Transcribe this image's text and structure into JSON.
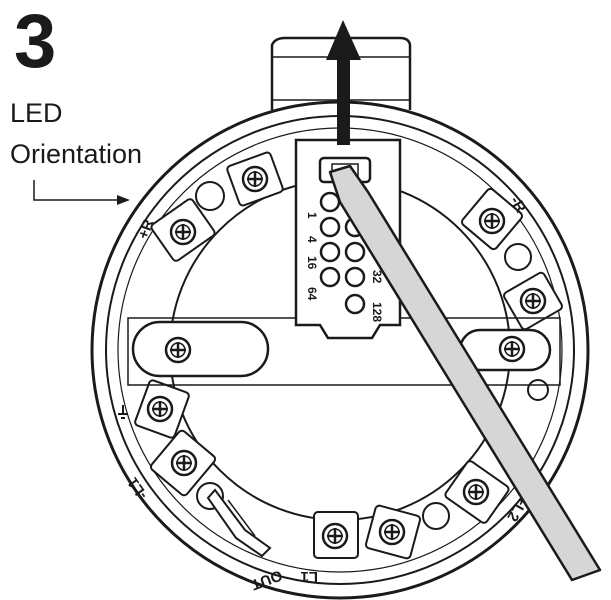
{
  "step_number": "3",
  "caption": {
    "line1": "LED",
    "line2": "Orientation"
  },
  "switch_labels": [
    "1",
    "4",
    "16",
    "64",
    "32",
    "128"
  ],
  "terminal_labels": [
    "+R",
    "-R",
    "L1",
    "+L2",
    "-L1",
    "OUT"
  ],
  "colors": {
    "ink": "#1a1a1a",
    "screwdriver_fill": "#d6d6d6",
    "background": "#ffffff"
  }
}
